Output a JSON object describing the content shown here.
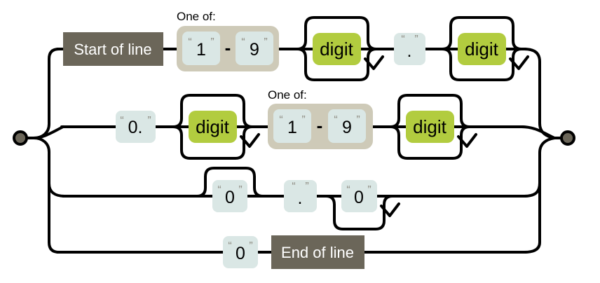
{
  "diagram_type": "railroad-syntax-diagram",
  "colors": {
    "background": "#ffffff",
    "line": "#000000",
    "anchor_fill": "#6b6659",
    "anchor_text": "#ffffff",
    "literal_fill": "#dae7e5",
    "escape_fill": "#b2cc3f",
    "charset_fill": "#cecab8",
    "quote_color": "#8d8a80",
    "terminal_fill": "#6b6659"
  },
  "quotes": {
    "open": "“",
    "close": "”"
  },
  "rows": [
    {
      "name": "branch-1",
      "sequence": [
        {
          "type": "anchor",
          "text": "Start of line"
        },
        {
          "type": "charset",
          "label": "One of:",
          "from": "1",
          "to": "9",
          "separator": "-"
        },
        {
          "type": "escape",
          "text": "digit",
          "repeat": "zero-or-more"
        },
        {
          "type": "literal",
          "text": "."
        },
        {
          "type": "escape",
          "text": "digit",
          "repeat": "zero-or-more"
        }
      ]
    },
    {
      "name": "branch-2",
      "sequence": [
        {
          "type": "literal",
          "text": "0."
        },
        {
          "type": "escape",
          "text": "digit",
          "repeat": "zero-or-more"
        },
        {
          "type": "charset",
          "label": "One of:",
          "from": "1",
          "to": "9",
          "separator": "-"
        },
        {
          "type": "escape",
          "text": "digit",
          "repeat": "zero-or-more"
        }
      ]
    },
    {
      "name": "branch-3",
      "sequence": [
        {
          "type": "literal",
          "text": "0",
          "repeat": "optional"
        },
        {
          "type": "literal",
          "text": "."
        },
        {
          "type": "literal",
          "text": "0",
          "repeat": "one-or-more"
        }
      ]
    },
    {
      "name": "branch-4",
      "sequence": [
        {
          "type": "literal",
          "text": "0"
        },
        {
          "type": "anchor",
          "text": "End of line"
        }
      ]
    }
  ]
}
